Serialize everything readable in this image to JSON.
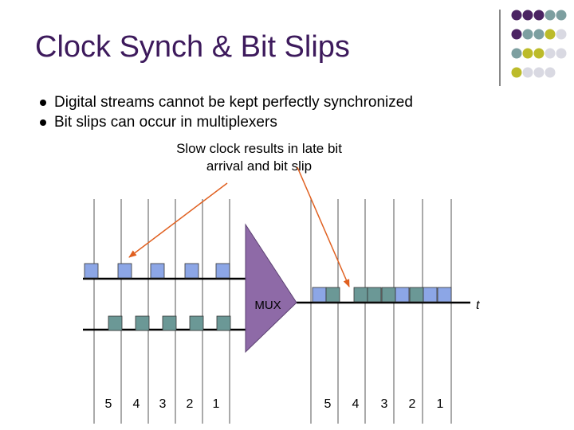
{
  "slide": {
    "title": "Clock Synch & Bit Slips",
    "bullets": [
      "Digital streams cannot be kept perfectly synchronized",
      "Bit slips can occur in multiplexers"
    ],
    "callout": "Slow clock results in late bit arrival and bit slip"
  },
  "diagram": {
    "mux_label": "MUX",
    "time_label": "t",
    "input_slot_labels": [
      "5",
      "4",
      "3",
      "2",
      "1"
    ],
    "output_slot_labels": [
      "5",
      "4",
      "3",
      "2",
      "1"
    ]
  },
  "colors": {
    "title": "#3d1a5c",
    "stream_a_bit": "#8ca6e6",
    "stream_b_bit": "#6b9896",
    "mux_fill": "#8e6aa7",
    "arrow": "#e06020",
    "logo_purple": "#4b2463",
    "logo_teal": "#7d9fa0",
    "logo_olive": "#bcbb2a",
    "logo_grey": "#d9d9e2"
  },
  "logo": {
    "rows": [
      [
        "logo_purple",
        "logo_purple",
        "logo_purple",
        "logo_teal",
        "logo_teal"
      ],
      [
        "logo_purple",
        "logo_teal",
        "logo_teal",
        "logo_olive",
        "logo_grey"
      ],
      [
        "logo_teal",
        "logo_olive",
        "logo_olive",
        "logo_grey",
        "logo_grey"
      ],
      [
        "logo_olive",
        "logo_grey",
        "logo_grey",
        "logo_grey",
        ""
      ]
    ]
  }
}
